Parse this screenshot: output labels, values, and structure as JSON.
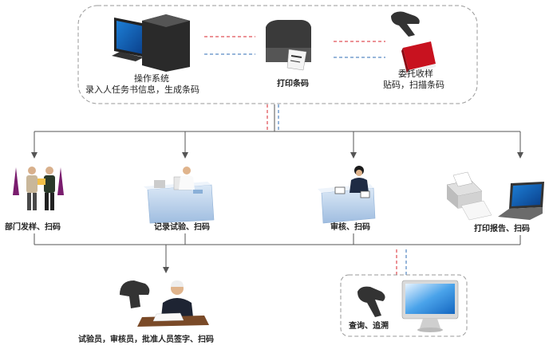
{
  "top_group": {
    "operation": {
      "title": "操作系统",
      "desc": "录入人任务书信息，生成条码"
    },
    "print_barcode": {
      "title": "打印条码"
    },
    "entrust": {
      "title": "委托收样",
      "desc": "贴码，扫描条码"
    }
  },
  "stations": [
    {
      "label": "部门发样、扫码",
      "icon": "people-handover-icon"
    },
    {
      "label": "记录试验、扫码",
      "icon": "lab-desk-icon"
    },
    {
      "label": "审核、扫码",
      "icon": "reviewer-desk-icon"
    },
    {
      "label": "打印报告、扫码",
      "icon": "printer-laptop-icon"
    }
  ],
  "bottom": {
    "sign": {
      "label": "试验员，审核员，批准人员签字、扫码",
      "icon": "signing-manager-icon"
    },
    "query": {
      "label": "查询、追溯",
      "icon": "scanner-monitor-icon"
    }
  },
  "colors": {
    "line": "#555555",
    "dash_red": "#d9262c",
    "dash_blue": "#2f6db5",
    "group_border": "#999999"
  }
}
